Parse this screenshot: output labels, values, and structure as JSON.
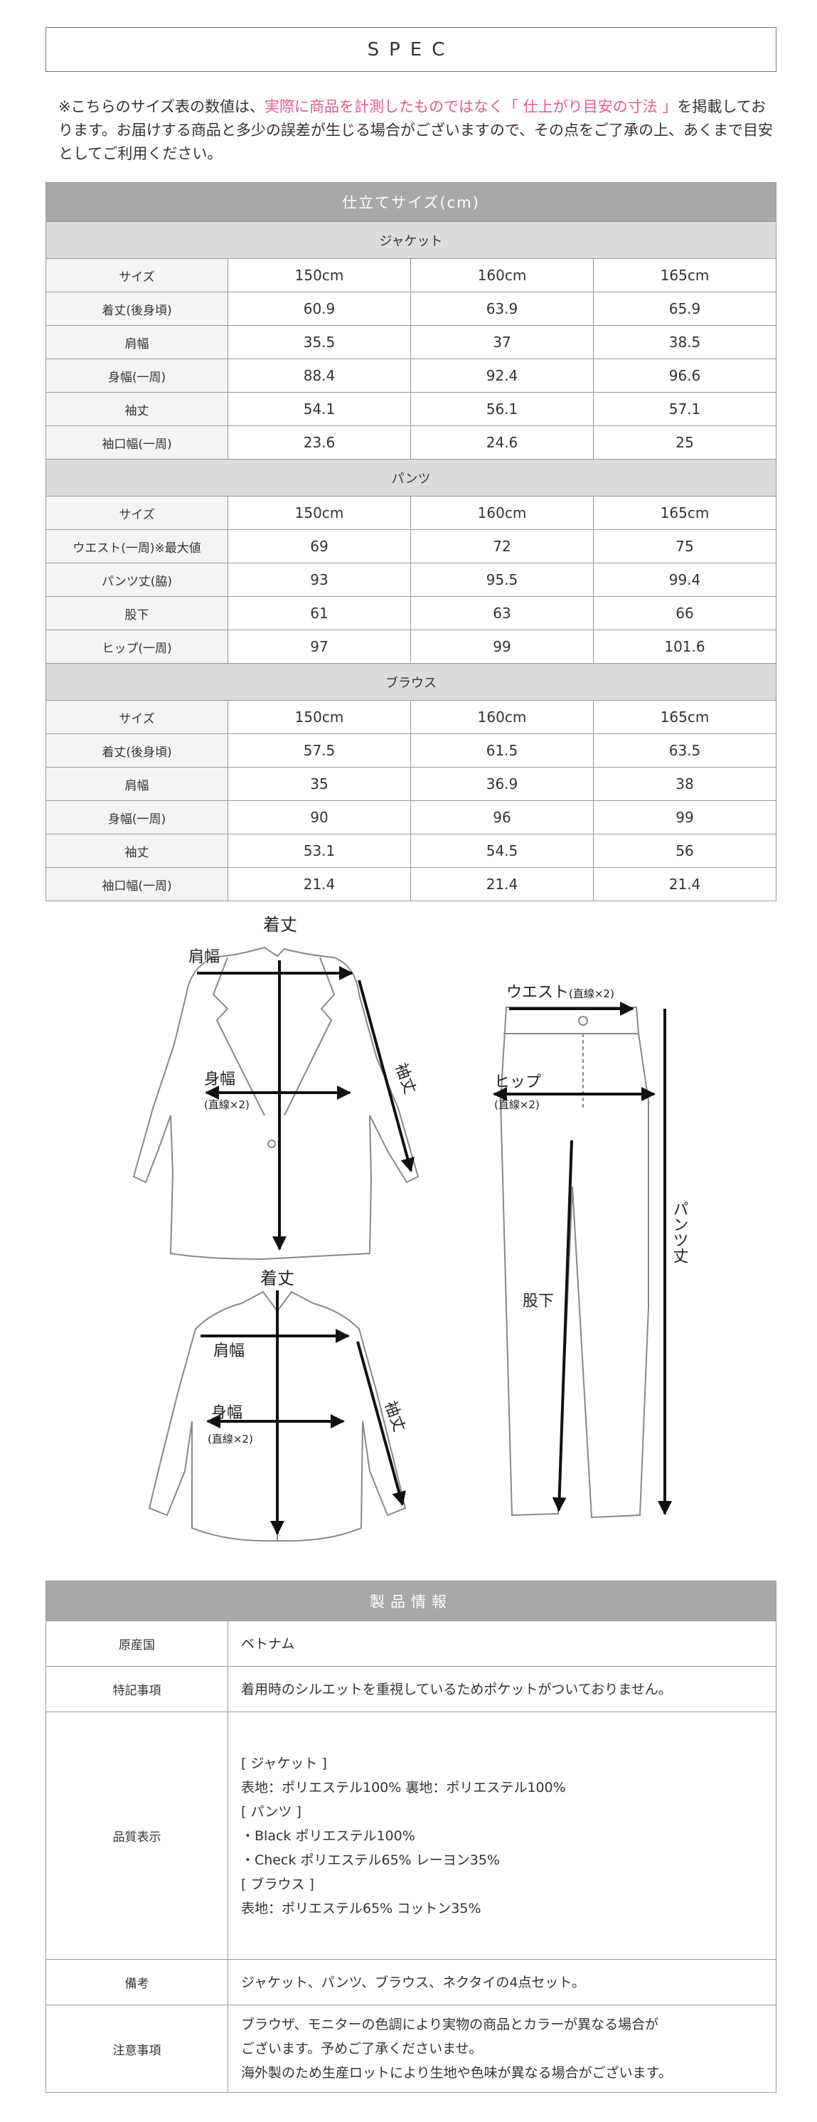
{
  "header": {
    "title": "SPEC"
  },
  "note": {
    "part1": "※こちらのサイズ表の数値は、",
    "highlight": "実際に商品を計測したものではなく「 仕上がり目安の寸法 」",
    "part2": "を掲載しております。お届けする商品と多少の誤差が生じる場合がございますので、その点をご了承の上、あくまで目安としてご利用ください。"
  },
  "size_table": {
    "title": "仕立てサイズ(cm)",
    "sections": [
      {
        "name": "ジャケット",
        "header": [
          "サイズ",
          "150cm",
          "160cm",
          "165cm"
        ],
        "rows": [
          [
            "着丈(後身頃)",
            "60.9",
            "63.9",
            "65.9"
          ],
          [
            "肩幅",
            "35.5",
            "37",
            "38.5"
          ],
          [
            "身幅(一周)",
            "88.4",
            "92.4",
            "96.6"
          ],
          [
            "袖丈",
            "54.1",
            "56.1",
            "57.1"
          ],
          [
            "袖口幅(一周)",
            "23.6",
            "24.6",
            "25"
          ]
        ]
      },
      {
        "name": "パンツ",
        "header": [
          "サイズ",
          "150cm",
          "160cm",
          "165cm"
        ],
        "rows": [
          [
            "ウエスト(一周)※最大値",
            "69",
            "72",
            "75"
          ],
          [
            "パンツ丈(脇)",
            "93",
            "95.5",
            "99.4"
          ],
          [
            "股下",
            "61",
            "63",
            "66"
          ],
          [
            "ヒップ(一周)",
            "97",
            "99",
            "101.6"
          ]
        ]
      },
      {
        "name": "ブラウス",
        "header": [
          "サイズ",
          "150cm",
          "160cm",
          "165cm"
        ],
        "rows": [
          [
            "着丈(後身頃)",
            "57.5",
            "61.5",
            "63.5"
          ],
          [
            "肩幅",
            "35",
            "36.9",
            "38"
          ],
          [
            "身幅(一周)",
            "90",
            "96",
            "99"
          ],
          [
            "袖丈",
            "53.1",
            "54.5",
            "56"
          ],
          [
            "袖口幅(一周)",
            "21.4",
            "21.4",
            "21.4"
          ]
        ]
      }
    ]
  },
  "illustration": {
    "jacket": {
      "length": "着丈",
      "shoulder": "肩幅",
      "sleeve": "袖丈",
      "body": "身幅",
      "body_note": "(直線×2)"
    },
    "blouse": {
      "length": "着丈",
      "shoulder": "肩幅",
      "sleeve": "袖丈",
      "body": "身幅",
      "body_note": "(直線×2)"
    },
    "pants": {
      "waist": "ウエスト",
      "waist_note": "(直線×2)",
      "hip": "ヒップ",
      "hip_note": "(直線×2)",
      "inseam": "股下",
      "length": "パンツ丈"
    }
  },
  "product_info": {
    "title": "製品情報",
    "rows": [
      {
        "label": "原産国",
        "lines": [
          "ベトナム"
        ]
      },
      {
        "label": "特記事項",
        "lines": [
          "着用時のシルエットを重視しているためポケットがついておりません。"
        ]
      },
      {
        "label": "品質表示",
        "lines": [
          "[ ジャケット ]",
          "表地：ポリエステル100% 裏地：ポリエステル100%",
          "[ パンツ ]",
          "・Black ポリエステル100%",
          "・Check ポリエステル65% レーヨン35%",
          "[ ブラウス ]",
          "表地：ポリエステル65% コットン35%"
        ]
      },
      {
        "label": "備考",
        "lines": [
          "ジャケット、パンツ、ブラウス、ネクタイの4点セット。"
        ]
      },
      {
        "label": "注意事項",
        "lines": [
          "ブラウザ、モニターの色調により実物の商品とカラーが異なる場合が",
          "ございます。予めご了承くださいませ。",
          "海外製のため生産ロットにより生地や色味が異なる場合がございます。"
        ]
      }
    ]
  }
}
